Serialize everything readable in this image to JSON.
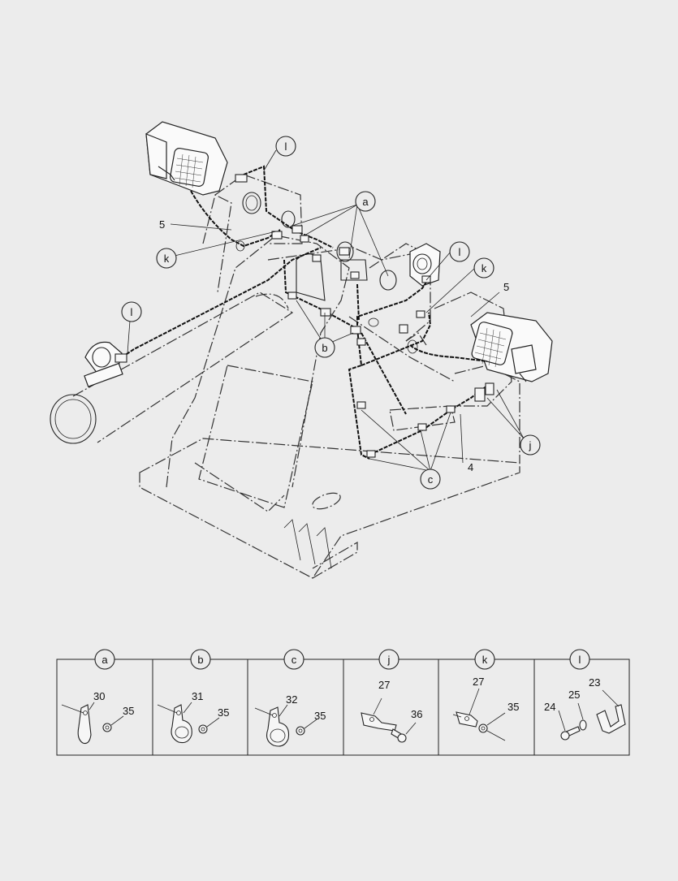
{
  "main_callouts": {
    "a": "a",
    "b": "b",
    "c": "c",
    "j": "j",
    "k_left": "k",
    "k_right": "k",
    "l_top": "l",
    "l_left": "l",
    "l_right": "l"
  },
  "main_numbers": {
    "harness_left": "5",
    "harness_right": "5",
    "harness_lower": "4"
  },
  "details": [
    {
      "letter": "a",
      "parts": [
        "30",
        "35"
      ]
    },
    {
      "letter": "b",
      "parts": [
        "31",
        "35"
      ]
    },
    {
      "letter": "c",
      "parts": [
        "32",
        "35"
      ]
    },
    {
      "letter": "j",
      "parts": [
        "27",
        "36"
      ]
    },
    {
      "letter": "k",
      "parts": [
        "27",
        "35"
      ]
    },
    {
      "letter": "l",
      "parts": [
        "23",
        "24",
        "25"
      ]
    }
  ]
}
